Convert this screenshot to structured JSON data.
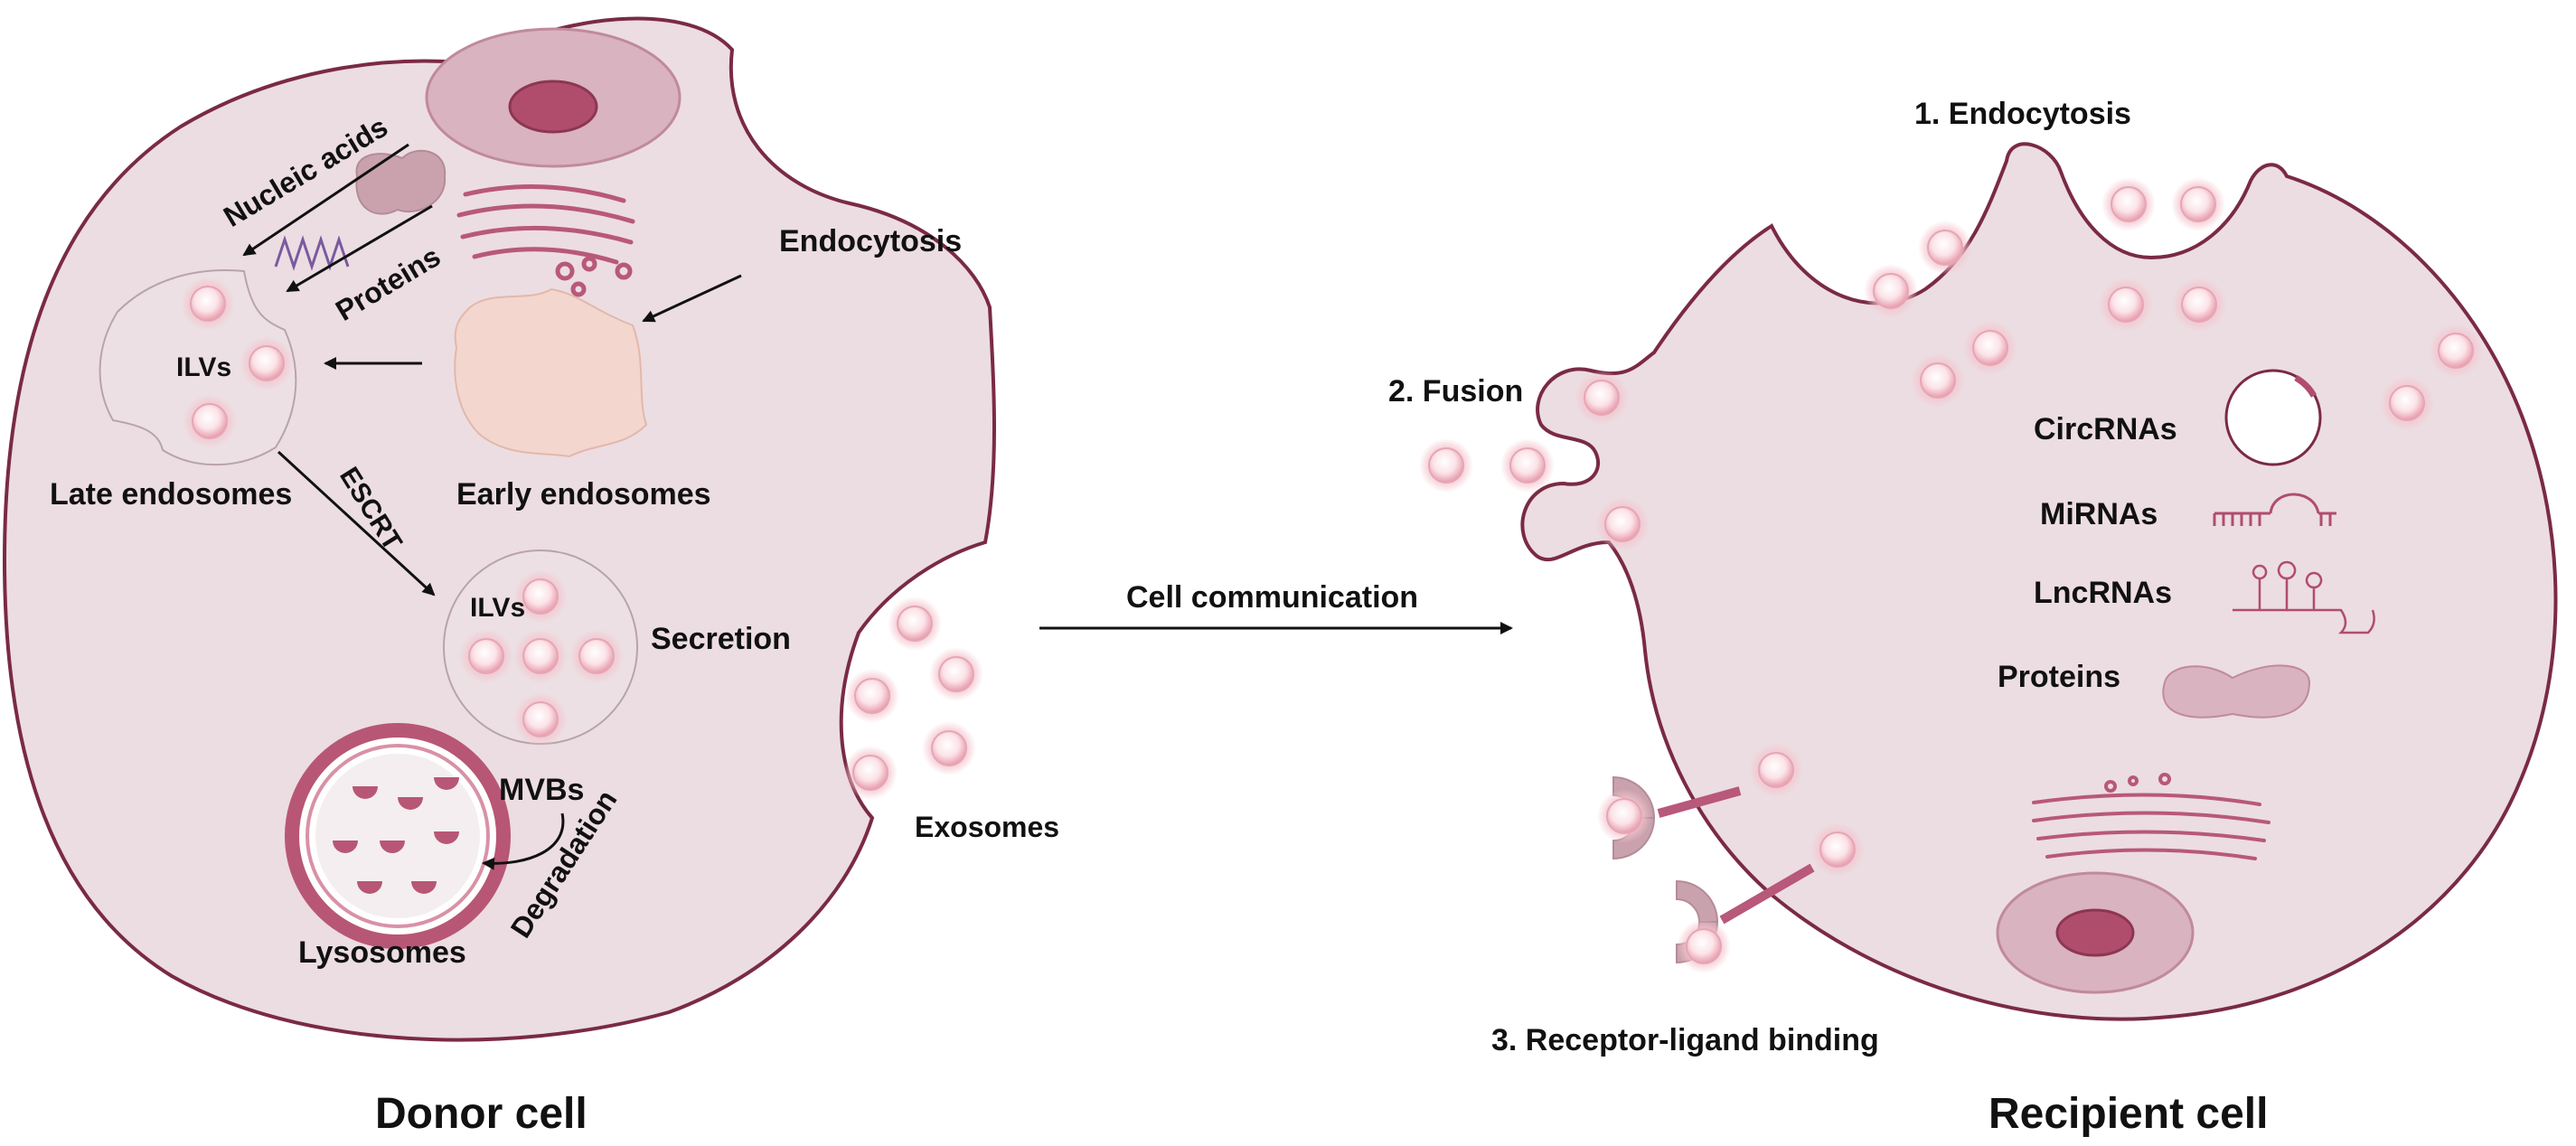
{
  "donor": {
    "title": "Donor cell",
    "nucleic_acids": "Nucleic acids",
    "proteins": "Proteins",
    "endocytosis": "Endocytosis",
    "ilvs": "ILVs",
    "ilvs_mvb": "ILVs",
    "late_endosomes": "Late endosomes",
    "early_endosomes": "Early endosomes",
    "escrt": "ESCRT",
    "secretion": "Secretion",
    "mvbs": "MVBs",
    "degradation": "Degradation",
    "lysosomes": "Lysosomes"
  },
  "center": {
    "cell_communication": "Cell communication",
    "exosomes": "Exosomes"
  },
  "recipient": {
    "title": "Recipient cell",
    "endocytosis": "1. Endocytosis",
    "fusion": "2. Fusion",
    "receptor_ligand": "3. Receptor-ligand binding",
    "circrnas": "CircRNAs",
    "mirnas": "MiRNAs",
    "lncrnas": "LncRNAs",
    "proteins": "Proteins"
  },
  "colors": {
    "cell_fill": "#ecdde2",
    "cell_stroke": "#7a2a45",
    "nucleus": "#b04d6d",
    "organelle": "#c07a8f",
    "early_endosome": "#f3d6ce",
    "exosome": "#f9d9df",
    "lysosome": "#b85676",
    "nucleic_acid": "#7a5aa0"
  }
}
